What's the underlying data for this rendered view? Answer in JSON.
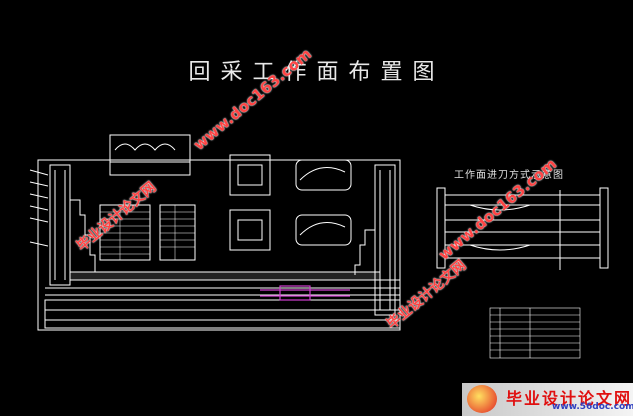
{
  "main_title": "回采工作面布置图",
  "right_title": "工作面进刀方式示意图",
  "watermark_url": "www.doc163.com",
  "watermark_cn": "毕业设计论文网",
  "banner_text": "毕业设计论文网",
  "banner_url": "www.56doc.com",
  "colors": {
    "background": "#000000",
    "lines": "#ffffff",
    "watermark": "#ff4444",
    "magenta": "#d040d0"
  }
}
